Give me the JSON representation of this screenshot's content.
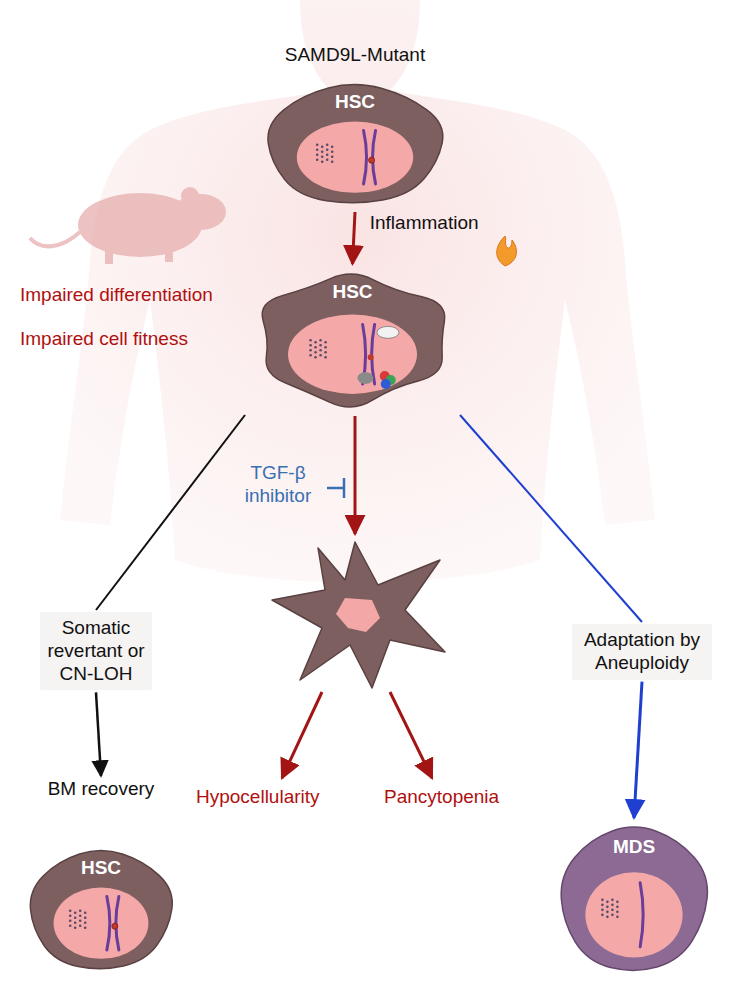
{
  "diagram": {
    "nodes": [
      {
        "text": [
          "SAMD9L-Mutant",
          "HSC"
        ]
      },
      {
        "text": [
          "HSC"
        ]
      },
      {
        "text": [
          "Somatic revertant or CN-LOH"
        ]
      },
      {
        "text": [
          "Adaptation by Aneuploidy"
        ]
      },
      {
        "text": [
          "BM recovery",
          "HSC"
        ]
      },
      {
        "text": [
          "MDS"
        ]
      }
    ],
    "edges": [
      {
        "from": 0,
        "to": 1,
        "arrow": "to",
        "label": "Inflammation"
      },
      {
        "from": 1,
        "to": 2,
        "arrow": "none"
      },
      {
        "from": 2,
        "to": 4,
        "arrow": "to"
      },
      {
        "from": 1,
        "to": 3,
        "arrow": "none"
      },
      {
        "from": 3,
        "to": 5,
        "arrow": "to"
      }
    ],
    "labels": [
      "Impaired differentiation",
      "Impaired cell fitness",
      "TGF-β inhibitor",
      "Hypocellularity",
      "Pancytopenia"
    ]
  }
}
